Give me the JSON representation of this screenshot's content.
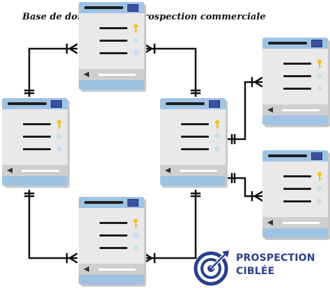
{
  "diagram": {
    "title": "Base de données pour prospection commerciale"
  },
  "logo": {
    "line1": "PROSPECTION",
    "line2": "CIBLÉE"
  },
  "colors": {
    "header": "#9fc3e3",
    "header_button": "#3d4f9e",
    "card_body": "#e9e9e9",
    "scrollbar": "#cfcfcf",
    "key": "#f2c40f",
    "link": "#111111",
    "brand": "#2a3e8c"
  },
  "tables": [
    {
      "id": "top",
      "rows": 3,
      "key_row": 1
    },
    {
      "id": "left",
      "rows": 3,
      "key_row": 1
    },
    {
      "id": "center",
      "rows": 3,
      "key_row": 1
    },
    {
      "id": "bottom",
      "rows": 3,
      "key_row": 1
    },
    {
      "id": "right-top",
      "rows": 3,
      "key_row": 1
    },
    {
      "id": "right-bottom",
      "rows": 3,
      "key_row": 1
    }
  ],
  "relationships": [
    {
      "from": "left",
      "to": "top",
      "from_end": "one",
      "to_end": "many"
    },
    {
      "from": "center",
      "to": "top",
      "from_end": "one",
      "to_end": "many"
    },
    {
      "from": "left",
      "to": "bottom",
      "from_end": "one",
      "to_end": "many"
    },
    {
      "from": "center",
      "to": "bottom",
      "from_end": "one",
      "to_end": "many"
    },
    {
      "from": "center",
      "to": "right-top",
      "from_end": "one",
      "to_end": "many"
    },
    {
      "from": "center",
      "to": "right-bottom",
      "from_end": "one",
      "to_end": "many"
    }
  ]
}
